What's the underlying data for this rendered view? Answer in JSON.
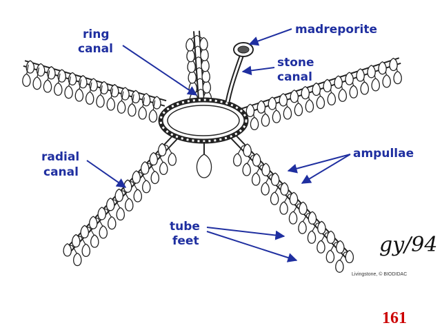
{
  "labels": {
    "ring_canal": [
      "ring",
      "canal"
    ],
    "madreporite": "madreporite",
    "stone_canal": [
      "stone",
      "canal"
    ],
    "radial_canal": [
      "radial",
      "canal"
    ],
    "ampullae": "ampullae",
    "tube_feet": [
      "tube",
      "feet"
    ]
  },
  "credit": "Livingstone, © BIODIDAC",
  "signature": "gy/94",
  "page_number": "161",
  "colors": {
    "label": "#1f2fa0",
    "page_number": "#cc0000",
    "ink": "#222222"
  }
}
